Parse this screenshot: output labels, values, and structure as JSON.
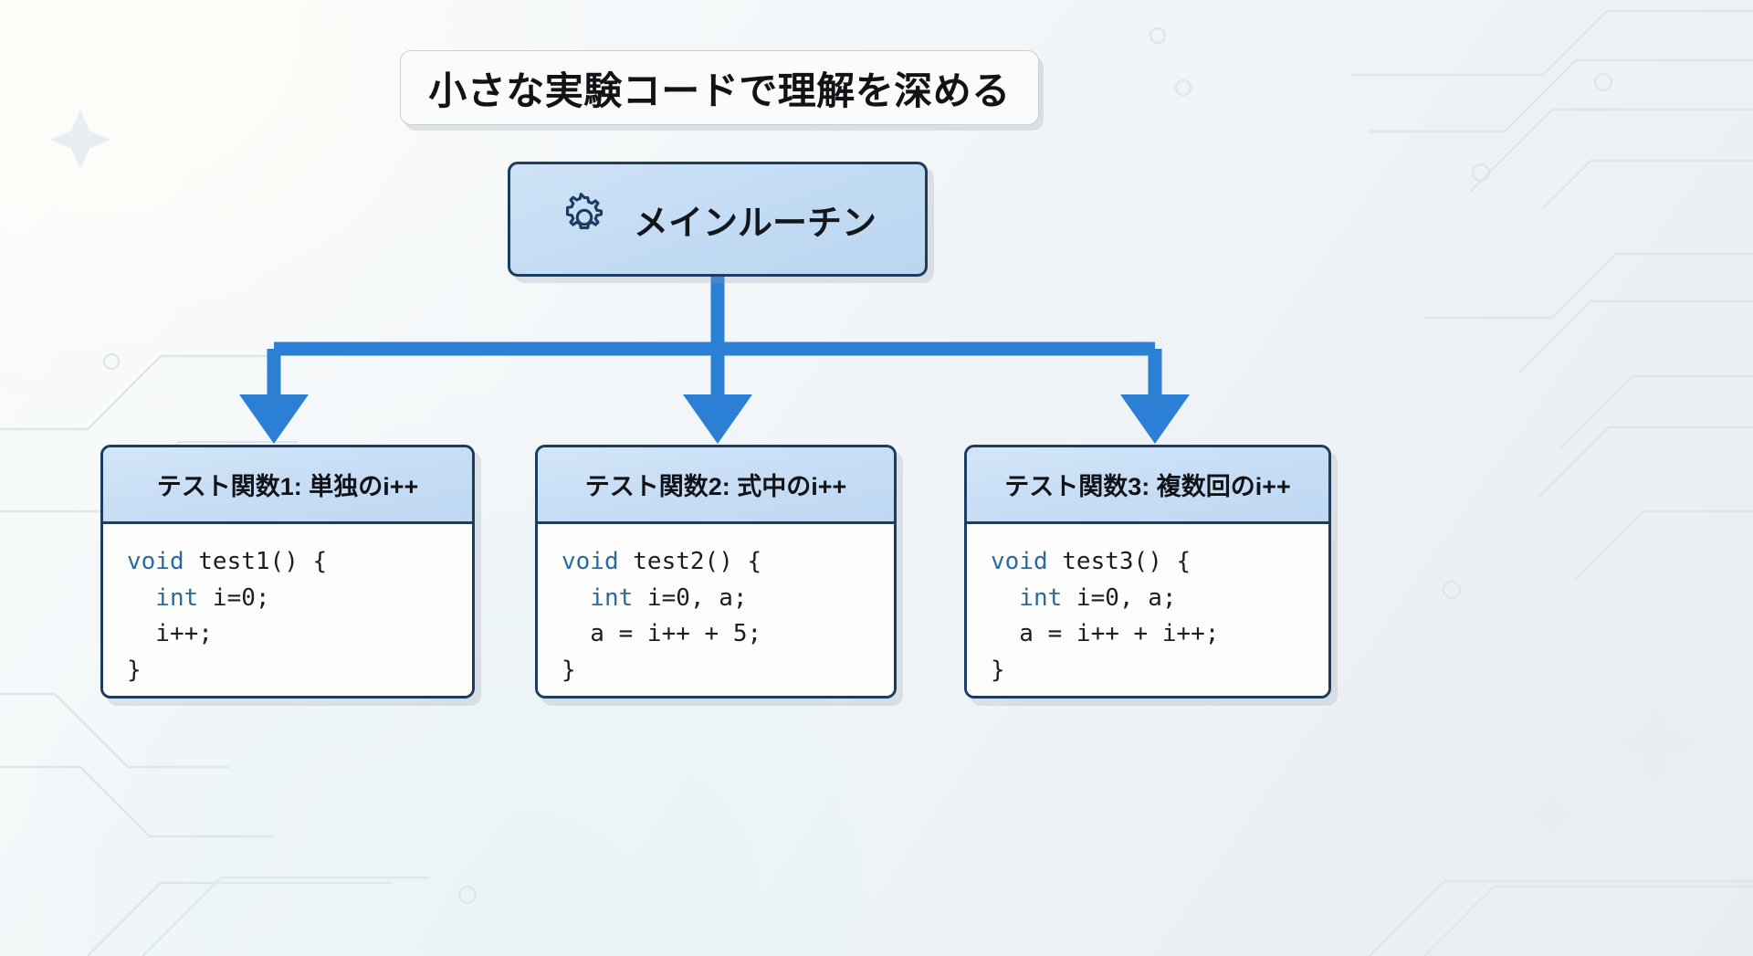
{
  "title": {
    "text": "小さな実験コードで理解を深める"
  },
  "main_node": {
    "icon": "gear-icon",
    "label": "メインルーチン"
  },
  "colors": {
    "node_border": "#1d3c61",
    "node_fill": "#c5dcf5",
    "connector": "#2b7fd4",
    "code_keyword": "#2b6b9c",
    "code_text": "#1b1d20",
    "title_text": "#111317",
    "background": "#eef2f5"
  },
  "boxes": [
    {
      "header": "テスト関数1: 単独のi++",
      "code_lines": [
        {
          "keyword": "void",
          "rest": " test1() {"
        },
        {
          "keyword": "  int",
          "rest": " i=0;"
        },
        {
          "keyword": "",
          "rest": "  i++;"
        },
        {
          "keyword": "",
          "rest": "}"
        }
      ]
    },
    {
      "header": "テスト関数2: 式中のi++",
      "code_lines": [
        {
          "keyword": "void",
          "rest": " test2() {"
        },
        {
          "keyword": "  int",
          "rest": " i=0, a;"
        },
        {
          "keyword": "",
          "rest": "  a = i++ + 5;"
        },
        {
          "keyword": "",
          "rest": "}"
        }
      ]
    },
    {
      "header": "テスト関数3: 複数回のi++",
      "code_lines": [
        {
          "keyword": "void",
          "rest": " test3() {"
        },
        {
          "keyword": "  int",
          "rest": " i=0, a;"
        },
        {
          "keyword": "",
          "rest": "  a = i++ + i++;"
        },
        {
          "keyword": "",
          "rest": "}"
        }
      ]
    }
  ]
}
